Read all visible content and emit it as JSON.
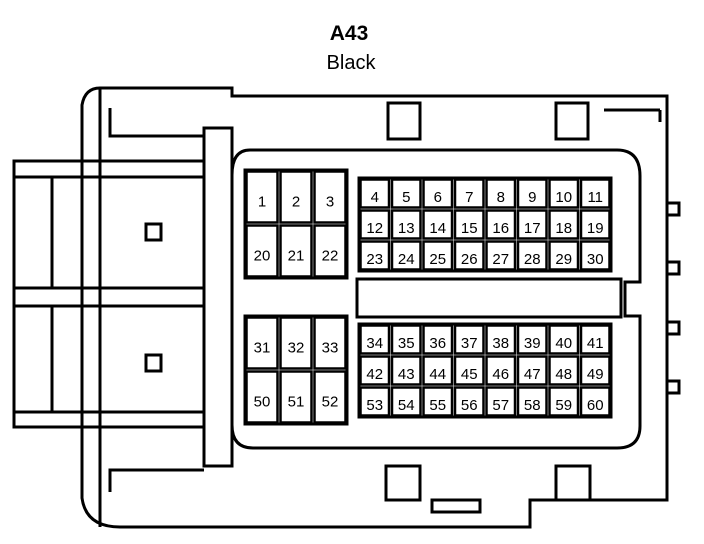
{
  "connector": {
    "id": "A43",
    "color": "Black"
  },
  "cavities": {
    "left_upper": [
      [
        "1",
        "2",
        "3"
      ],
      [
        "20",
        "21",
        "22"
      ]
    ],
    "right_upper": [
      [
        "4",
        "5",
        "6",
        "7",
        "8",
        "9",
        "10",
        "11"
      ],
      [
        "12",
        "13",
        "14",
        "15",
        "16",
        "17",
        "18",
        "19"
      ],
      [
        "23",
        "24",
        "25",
        "26",
        "27",
        "28",
        "29",
        "30"
      ]
    ],
    "left_lower": [
      [
        "31",
        "32",
        "33"
      ],
      [
        "50",
        "51",
        "52"
      ]
    ],
    "right_lower": [
      [
        "34",
        "35",
        "36",
        "37",
        "38",
        "39",
        "40",
        "41"
      ],
      [
        "42",
        "43",
        "44",
        "45",
        "46",
        "47",
        "48",
        "49"
      ],
      [
        "53",
        "54",
        "55",
        "56",
        "57",
        "58",
        "59",
        "60"
      ]
    ]
  }
}
